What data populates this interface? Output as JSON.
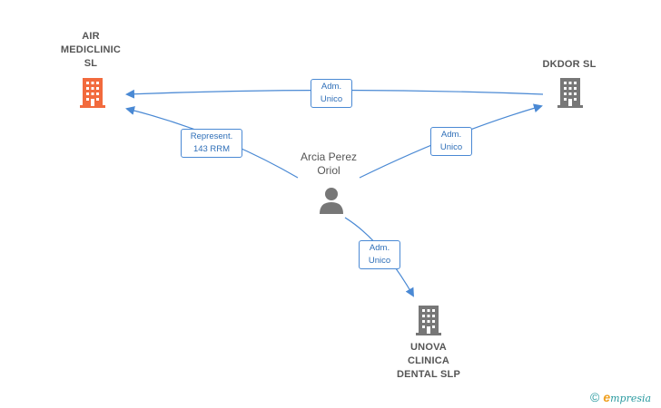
{
  "nodes": {
    "air": {
      "label": "AIR\nMEDICLINIC\nSL",
      "icon": "building-icon",
      "color": "#f26a3d"
    },
    "dkdor": {
      "label": "DKDOR  SL",
      "icon": "building-icon",
      "color": "#777777"
    },
    "unova": {
      "label": "UNOVA\nCLINICA\nDENTAL  SLP",
      "icon": "building-icon",
      "color": "#777777"
    },
    "person": {
      "label": "Arcia Perez\nOriol",
      "icon": "person-icon",
      "color": "#777777"
    }
  },
  "edges": {
    "dkdor_air": "Adm.\nUnico",
    "person_air": "Represent.\n143 RRM",
    "person_dkdor": "Adm.\nUnico",
    "person_unova": "Adm.\nUnico"
  },
  "edge_color": "#4a89d4",
  "footer": {
    "copyright": "©",
    "brand_first": "e",
    "brand_rest": "mpresia"
  }
}
